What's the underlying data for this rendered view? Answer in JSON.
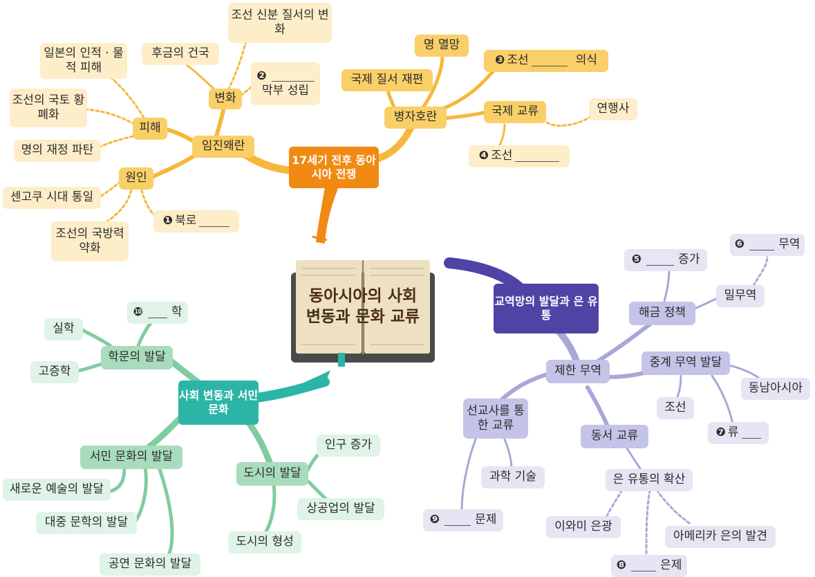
{
  "center": {
    "title": "동아시아의 사회 변동과 문화 교류"
  },
  "war_branch": {
    "hub": "17세기 전후 동아시아 전쟁",
    "imjin": "임진왜란",
    "change": "변화",
    "change_items": {
      "status": "조선 신분 질서의 변화",
      "later_jin": "후금의 건국",
      "shogunate_num": "❷",
      "shogunate": "막부 성립"
    },
    "damage": "피해",
    "damage_items": {
      "japan": "일본의 인적 · 물적 피해",
      "devastation": "조선의 국토 황폐화",
      "ming_finance": "명의 재정 파탄"
    },
    "cause": "원인",
    "cause_items": {
      "sengoku": "센고쿠 시대 통일",
      "weak_num": "❶",
      "northern": "북로",
      "weak_defense": "조선의 국방력 약화"
    },
    "byeongja": "병자호란",
    "byeongja_items": {
      "ming_fall": "명 멸망",
      "order": "국제 질서 재편",
      "awareness_num": "❸",
      "awareness_pre": "조선",
      "awareness_post": "의식",
      "exchange": "국제 교류",
      "envoy": "연행사",
      "joseon_num": "❹",
      "joseon": "조선"
    }
  },
  "trade_branch": {
    "hub": "교역망의 발달과 은 유통",
    "limited": "제한 무역",
    "haegeum": "해금 정책",
    "haegeum_items": {
      "increase_num": "❺",
      "increase": "증가",
      "smuggling": "밀무역",
      "trade_num": "❻",
      "trade": "무역"
    },
    "relay": "중계 무역 발달",
    "relay_items": {
      "sea": "동남아시아",
      "joseon": "조선",
      "ryu_num": "❼",
      "ryu": "류"
    },
    "missionary": "선교사를 통한 교류",
    "missionary_items": {
      "tech": "과학 기술",
      "issue_num": "❾",
      "issue": "문제"
    },
    "east_west": "동서 교류",
    "silver": "은 유통의 확산",
    "silver_items": {
      "iwami": "이와미 은광",
      "americas": "아메리카 은의 발견",
      "silver_num": "❽",
      "silver_std": "은제"
    }
  },
  "society_branch": {
    "hub": "사회 변동과 서민 문화",
    "scholarship": "학문의 발달",
    "scholarship_items": {
      "school_num": "❿",
      "school": "학",
      "silhak": "실학",
      "gojeung": "고증학"
    },
    "commoner": "서민 문화의 발달",
    "commoner_items": {
      "art": "새로운 예술의 발달",
      "literature": "대중 문학의 발달",
      "performance": "공연 문화의 발달"
    },
    "city": "도시의 발달",
    "city_items": {
      "population": "인구 증가",
      "commerce": "상공업의 발달",
      "formation": "도시의 형성"
    }
  },
  "colors": {
    "war_hub": "#f18a13",
    "war_line": "#f5b83c",
    "trade_hub": "#4f43a6",
    "trade_line": "#a9a7d6",
    "society_hub": "#2cb5a7",
    "society_line": "#7fcca0"
  }
}
